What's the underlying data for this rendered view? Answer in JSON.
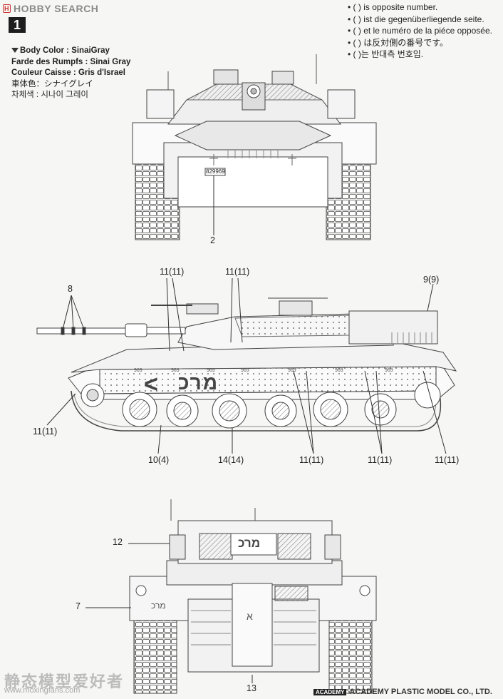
{
  "site_logo": {
    "badge": "H",
    "text": "HOBBY SEARCH"
  },
  "step_number": "1",
  "notes": [
    "• ( ) is opposite number.",
    "• ( ) ist die gegenüberliegende seite.",
    "• ( ) et le numéro de la piéce opposée.",
    "• ( ) は反対側の番号です。",
    "• ( )는 반대측 번호임."
  ],
  "body_color": {
    "en": "Body Color : SinaiGray",
    "de": "Farde des Rumpfs : Sinai Gray",
    "fr": "Couleur Caisse : Gris d'Israel",
    "jp": "車体色：シナイグレイ",
    "kr": "차체색 : 시나이 그레이"
  },
  "front_view": {
    "callouts": [
      "2"
    ],
    "plate": "829969"
  },
  "side_view": {
    "callouts": [
      "8",
      "11(11)",
      "11(11)",
      "9(9)",
      "11(11)",
      "10(4)",
      "14(14)",
      "11(11)",
      "11(11)",
      "11(11)"
    ],
    "markings": {
      "arrow": "<",
      "hebrew": "מרכ",
      "num1": "969",
      "num2": "969",
      "num3": "969",
      "num4": "969",
      "num5": "969",
      "num6": "969",
      "num7": "969"
    }
  },
  "rear_view": {
    "callouts": [
      "12",
      "7",
      "13"
    ],
    "markings": {
      "turret": "מרכ",
      "hull": "מרכ",
      "letter": "א"
    }
  },
  "footer": {
    "brand_box": "ACADEMY",
    "brand": "ACADEMY PLASTIC MODEL CO., LTD."
  },
  "watermark": {
    "cn": "静态模型爱好者",
    "url": "www.moxingfans.com"
  }
}
